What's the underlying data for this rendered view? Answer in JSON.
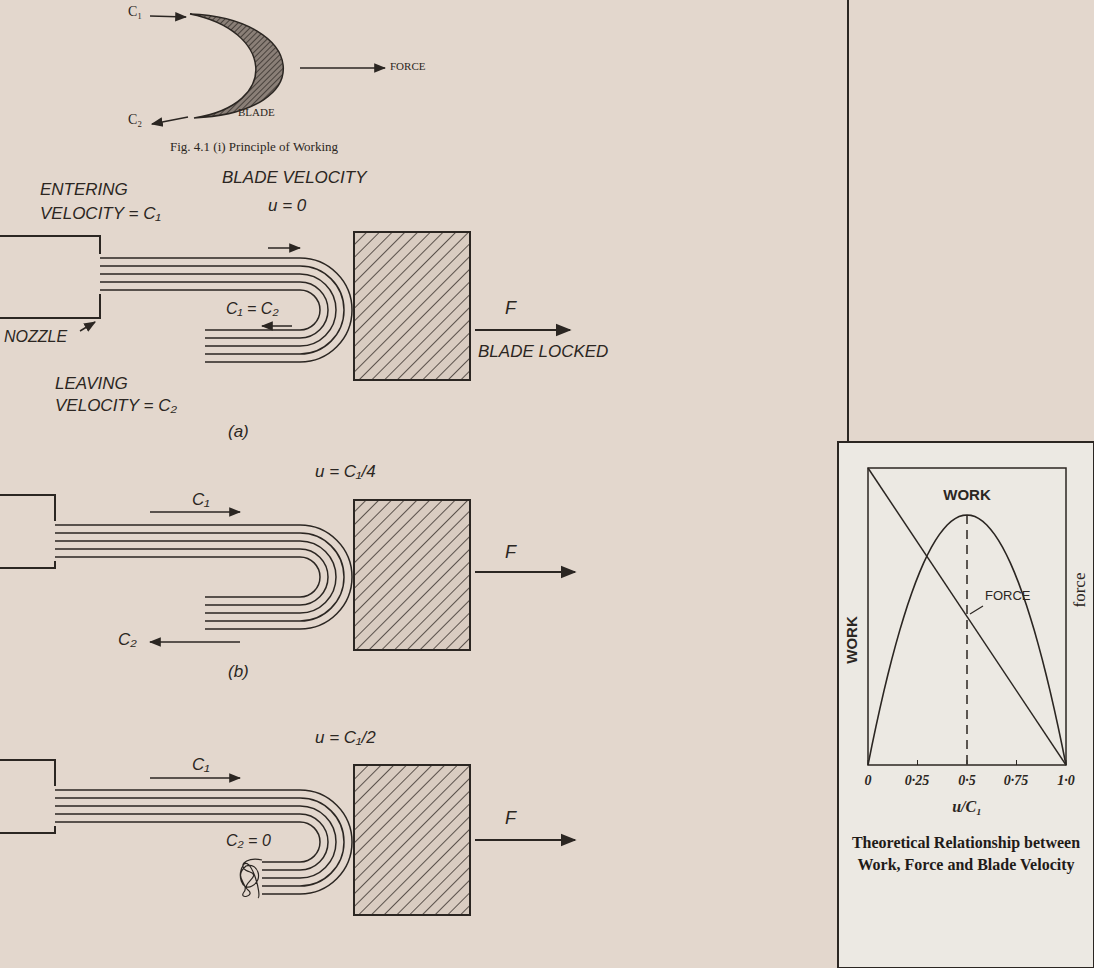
{
  "diagram": {
    "caption": "Theoretical Relationship between Work, Force and Blade Velocity",
    "labels": [
      "C₁",
      "FORCE",
      "BLADE",
      "C₂",
      "Fig. 4.1 (i) Principle of Working",
      "BLADE VELOCITY",
      "u = 0",
      "ENTERING",
      "VELOCITY = C₁",
      "NOZZLE",
      "C₁ = C₂",
      "F",
      "BLADE LOCKED",
      "LEAVING",
      "VELOCITY = C₂",
      "(a)",
      "u = C₁/4",
      "C₁",
      "C₂",
      "F",
      "(b)",
      "u = C₁/2",
      "C₁",
      "C₂ = 0",
      "F",
      "WORK",
      "FORCE",
      "WORK",
      "force",
      "0",
      "0·25",
      "0·5",
      "0·75",
      "1·0",
      "u/C₁"
    ]
  }
}
